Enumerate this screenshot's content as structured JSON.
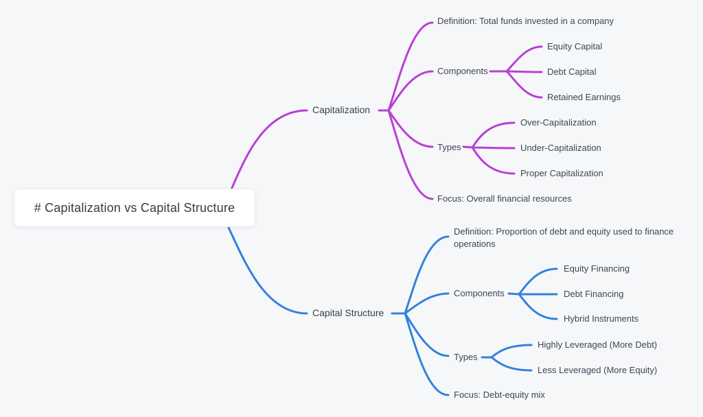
{
  "colors": {
    "branch1_accent": "#ba3fd3",
    "branch2_accent": "#3182dc",
    "background": "#f6f7f9",
    "text": "#3d4654"
  },
  "root": {
    "label": "# Capitalization vs Capital Structure"
  },
  "branches": [
    {
      "label": "Capitalization",
      "definition": "Definition: Total funds invested in a company",
      "components_label": "Components",
      "components": [
        "Equity Capital",
        "Debt Capital",
        "Retained Earnings"
      ],
      "types_label": "Types",
      "types": [
        "Over-Capitalization",
        "Under-Capitalization",
        "Proper Capitalization"
      ],
      "focus": "Focus: Overall financial resources"
    },
    {
      "label": "Capital Structure",
      "definition": "Definition: Proportion of debt and equity used to finance operations",
      "components_label": "Components",
      "components": [
        "Equity Financing",
        "Debt Financing",
        "Hybrid Instruments"
      ],
      "types_label": "Types",
      "types": [
        "Highly Leveraged (More Debt)",
        "Less Leveraged (More Equity)"
      ],
      "focus": "Focus: Debt-equity mix"
    }
  ]
}
